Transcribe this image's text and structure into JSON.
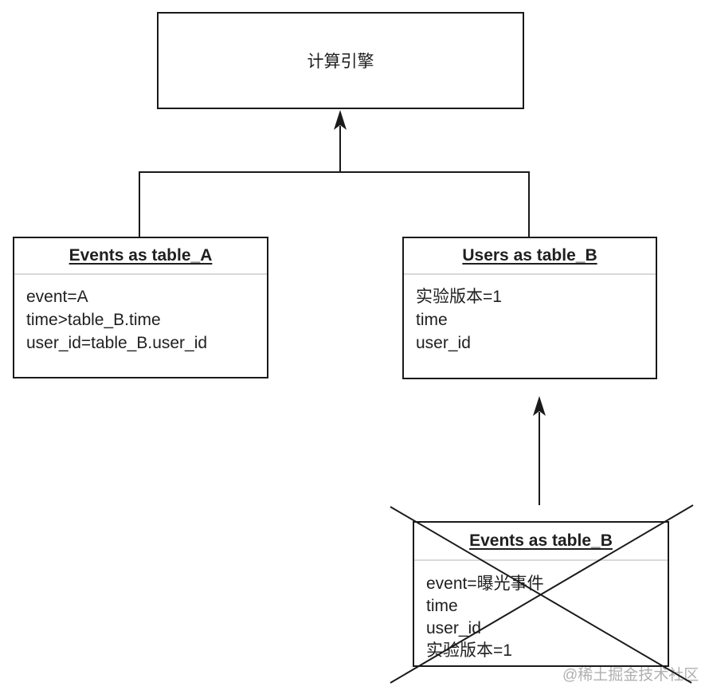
{
  "diagram": {
    "engine": {
      "label": "计算引擎"
    },
    "table_a": {
      "title": "Events as table_A",
      "fields": [
        "event=A",
        "time>table_B.time",
        "user_id=table_B.user_id"
      ]
    },
    "table_b_users": {
      "title": "Users as table_B",
      "fields": [
        "实验版本=1",
        "time",
        "user_id"
      ]
    },
    "table_b_events": {
      "title": "Events as table_B",
      "fields": [
        "event=曝光事件",
        "time",
        "user_id",
        "实验版本=1"
      ],
      "status": "crossed-out"
    },
    "watermark": "@稀土掘金技术社区",
    "colors": {
      "line": "#1a1a1a",
      "box_border": "#1a1a1a",
      "title_divider": "#d9d9d9",
      "text": "#1f1f1f",
      "watermark": "#b0b0b0",
      "background": "#ffffff"
    }
  }
}
